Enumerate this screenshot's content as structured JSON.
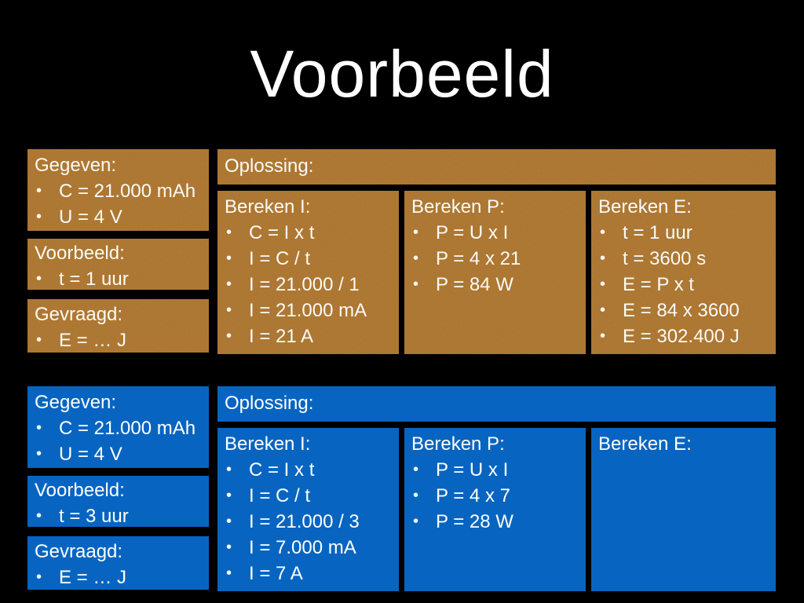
{
  "slide": {
    "title": "Voorbeeld",
    "bullet_char": "•",
    "colors": {
      "background": "#000000",
      "orange_box": "#c3873a",
      "blue_box": "#0765c1",
      "text": "#ffffff"
    },
    "sections": [
      {
        "theme": "orange",
        "given": {
          "heading": "Gegeven:",
          "items": [
            "C = 21.000 mAh",
            "U = 4 V"
          ]
        },
        "example": {
          "heading": "Voorbeeld:",
          "items": [
            "t = 1 uur"
          ]
        },
        "asked": {
          "heading": "Gevraagd:",
          "items": [
            "E = … J"
          ]
        },
        "solution": {
          "heading": "Oplossing:"
        },
        "steps": [
          {
            "heading": "Bereken I:",
            "items": [
              "C = I x t",
              "I = C / t",
              "I = 21.000 / 1",
              "I = 21.000 mA",
              "I = 21 A"
            ]
          },
          {
            "heading": "Bereken P:",
            "items": [
              "P = U x I",
              "P = 4 x 21",
              "P = 84 W"
            ]
          },
          {
            "heading": "Bereken E:",
            "items": [
              "t = 1 uur",
              "t = 3600 s",
              "E = P x t",
              "E = 84 x 3600",
              "E = 302.400 J"
            ]
          }
        ]
      },
      {
        "theme": "blue",
        "given": {
          "heading": "Gegeven:",
          "items": [
            "C = 21.000 mAh",
            "U = 4 V"
          ]
        },
        "example": {
          "heading": "Voorbeeld:",
          "items": [
            "t = 3 uur"
          ]
        },
        "asked": {
          "heading": "Gevraagd:",
          "items": [
            "E = … J"
          ]
        },
        "solution": {
          "heading": "Oplossing:"
        },
        "steps": [
          {
            "heading": "Bereken I:",
            "items": [
              "C = I x t",
              "I = C / t",
              "I = 21.000 / 3",
              "I = 7.000 mA",
              "I = 7 A"
            ]
          },
          {
            "heading": "Bereken P:",
            "items": [
              "P = U x I",
              "P = 4 x 7",
              "P = 28 W"
            ]
          },
          {
            "heading": "Bereken E:",
            "items": []
          }
        ]
      }
    ]
  }
}
